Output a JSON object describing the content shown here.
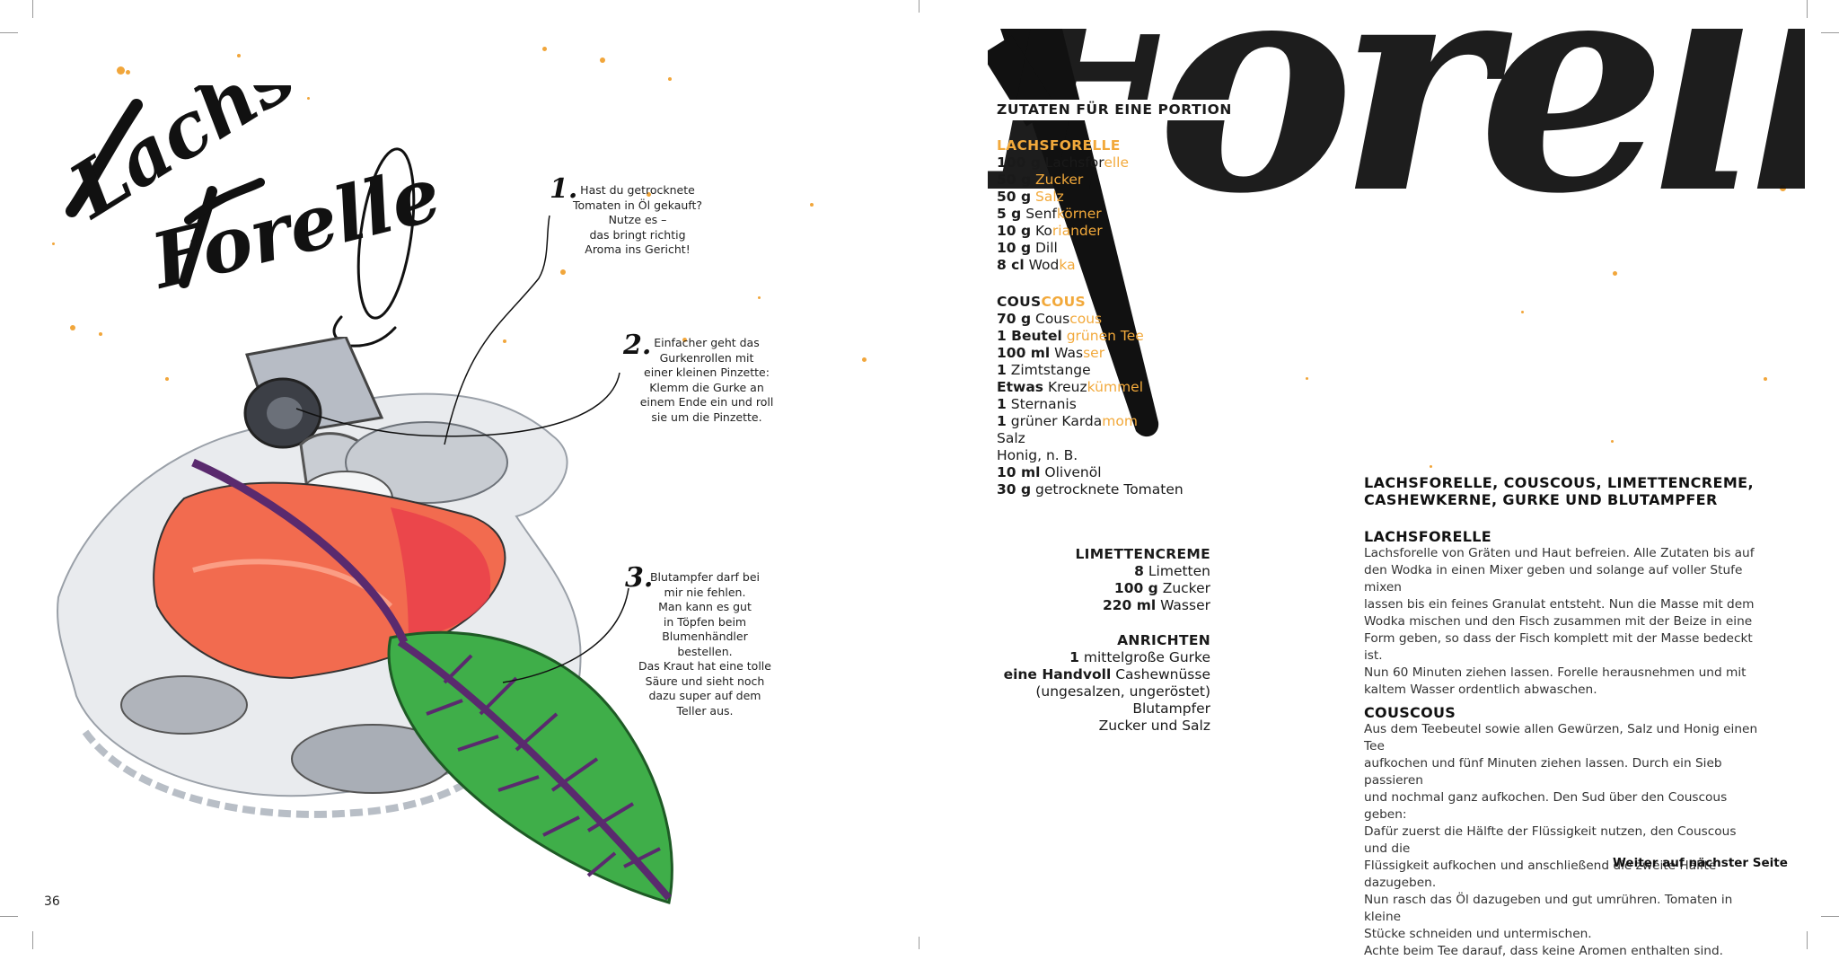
{
  "left_page": {
    "title_script": [
      "Lachs",
      "Forelle"
    ],
    "page_number": "36",
    "notes": [
      {
        "number": "1.",
        "lines": [
          "Hast du getrocknete",
          "Tomaten in Öl gekauft?",
          "Nutze es –",
          "das bringt richtig",
          "Aroma ins Gericht!"
        ]
      },
      {
        "number": "2.",
        "lines": [
          "Einfacher geht das",
          "Gurkenrollen mit",
          "einer kleinen Pinzette:",
          "Klemm die Gurke an",
          "einem Ende ein und roll",
          "sie um die Pinzette."
        ]
      },
      {
        "number": "3.",
        "lines": [
          "Blutampfer darf bei",
          "mir nie fehlen.",
          "Man kann es gut",
          "in Töpfen beim",
          "Blumenhändler bestellen.",
          "Das Kraut hat eine tolle",
          "Säure und sieht noch",
          "dazu super auf dem",
          "Teller aus."
        ]
      }
    ]
  },
  "right_page": {
    "bg_script": "Forelle",
    "ingredients_heading": "ZUTATEN FÜR EINE PORTION",
    "lachsforelle": {
      "heading": [
        "",
        "LACHSFORELLE"
      ],
      "items": [
        [
          "100 g",
          "Lachsfor",
          "elle",
          ""
        ],
        [
          "50 g",
          "",
          "Zucker",
          ""
        ],
        [
          "50 g",
          "",
          "Salz",
          ""
        ],
        [
          "5 g",
          "Senf",
          "körner",
          ""
        ],
        [
          "10 g",
          "Ko",
          "riander",
          ""
        ],
        [
          "10 g",
          "Dill",
          "",
          ""
        ],
        [
          "8 cl",
          "Wod",
          "ka",
          ""
        ]
      ]
    },
    "couscous": {
      "heading": [
        "COUS",
        "COUS"
      ],
      "items": [
        [
          "70 g",
          "Cous",
          "cous",
          ""
        ],
        [
          "1 Beutel",
          "",
          "grünen Tee",
          ""
        ],
        [
          "100 ml",
          "Was",
          "ser",
          ""
        ],
        [
          "1",
          "Zimtstange",
          "",
          ""
        ],
        [
          "Etwas",
          "Kreuz",
          "kümmel",
          ""
        ],
        [
          "1",
          "Sternanis",
          "",
          ""
        ],
        [
          "1",
          "grüner Karda",
          "mom",
          ""
        ],
        [
          "",
          "Salz",
          "",
          ""
        ],
        [
          "",
          "Honig, n. B.",
          "",
          ""
        ],
        [
          "10 ml",
          "Olivenöl",
          "",
          ""
        ],
        [
          "30 g",
          "getrocknete Tomaten",
          "",
          ""
        ]
      ]
    },
    "limettencreme": {
      "heading": "LIMETTENCREME",
      "items": [
        [
          "8",
          "Limetten"
        ],
        [
          "100 g",
          "Zucker"
        ],
        [
          "220 ml",
          "Wasser"
        ]
      ]
    },
    "anrichten": {
      "heading": "ANRICHTEN",
      "items": [
        [
          "1",
          "mittelgroße Gurke"
        ],
        [
          "eine Handvoll",
          "Cashewnüsse"
        ],
        [
          "",
          "(ungesalzen, ungeröstet)"
        ],
        [
          "",
          "Blutampfer"
        ],
        [
          "",
          "Zucker und Salz"
        ]
      ]
    },
    "recipe_title": [
      "LACHSFORELLE, COUSCOUS, LIMETTENCREME,",
      "CASHEWKERNE, GURKE UND BLUTAMPFER"
    ],
    "sections": [
      {
        "heading": "LACHSFORELLE",
        "lines": [
          "Lachsforelle von Gräten und Haut befreien. Alle Zutaten bis auf",
          "den Wodka in einen Mixer geben und solange auf voller Stufe mixen",
          "lassen bis ein feines Granulat entsteht. Nun die Masse mit dem",
          "Wodka mischen und den Fisch zusammen mit der Beize in eine",
          "Form geben, so dass der Fisch komplett mit der Masse bedeckt ist.",
          "Nun 60 Minuten ziehen lassen. Forelle herausnehmen und mit",
          "kaltem Wasser ordentlich abwaschen."
        ]
      },
      {
        "heading": "COUSCOUS",
        "lines": [
          "Aus dem Teebeutel sowie allen Gewürzen, Salz und Honig einen Tee",
          "aufkochen und fünf Minuten ziehen lassen. Durch ein Sieb passieren",
          "und nochmal ganz aufkochen. Den Sud über den Couscous geben:",
          "Dafür zuerst die Hälfte der Flüssigkeit nutzen, den Couscous und die",
          "Flüssigkeit aufkochen und anschließend die zweite Hälfte dazugeben.",
          "Nun rasch das Öl dazugeben und gut umrühren. Tomaten in kleine",
          "Stücke schneiden und untermischen.",
          "Achte beim Tee darauf, dass keine Aromen enthalten sind."
        ]
      }
    ],
    "continue_text": "Weiter auf nächster Seite"
  },
  "colors": {
    "accent": "#f2a93b",
    "ink": "#111111"
  }
}
